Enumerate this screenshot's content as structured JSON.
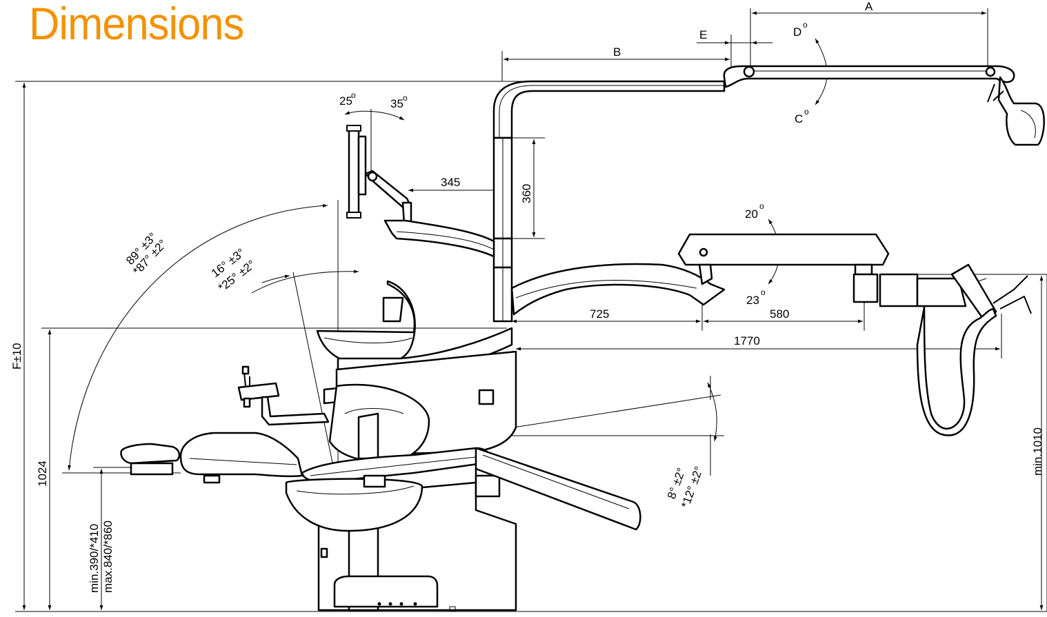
{
  "title": "Dimensions",
  "accent_color": "#f39200",
  "labels": {
    "A": "A",
    "B": "B",
    "C": "C",
    "D": "D",
    "E": "E",
    "deg": "o",
    "F": "F±10",
    "d345": "345",
    "d360": "360",
    "d725": "725",
    "d580": "580",
    "d1770": "1770",
    "d1024": "1024",
    "dmin1010": "min.1010",
    "dmin390": "min.390/*410",
    "dmax840": "max.840/*860",
    "a25": "25",
    "a35": "35",
    "a20": "20",
    "a23": "23",
    "a89a": "89° ±3°",
    "a89b": "*87° ±2°",
    "a16a": "16° ±3°",
    "a16b": "*25° ±2°",
    "a8a": "8° ±2°",
    "a8b": "*12° ±2°"
  }
}
